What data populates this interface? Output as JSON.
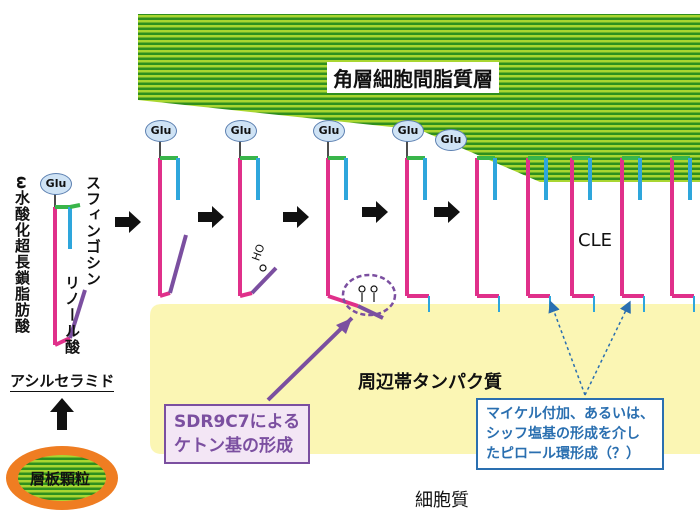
{
  "stratum_label": "角層細胞間脂質層",
  "glu_label": "Glu",
  "cle_label": "CLE",
  "acylceramide": {
    "title": "アシルセラミド",
    "sphingosine": "スフィンゴシン",
    "linoleic": "リノール酸",
    "omega_fatty_acid": "ω水酸化超長鎖脂肪酸"
  },
  "lamellar_granule": "層板顆粒",
  "envelope_protein": "周辺帯タンパク質",
  "cytoplasm": "細胞質",
  "sdr_box": {
    "line1": "SDR9C7による",
    "line2": "ケトン基の形成"
  },
  "michael_box": {
    "line1": "マイケル付加、あるいは、",
    "line2": "シッフ塩基の形成を介し",
    "line3": "たピロール環形成（？）"
  },
  "colors": {
    "magenta": "#e0308a",
    "blue": "#2ea6dc",
    "green": "#39b54a",
    "purple": "#7b4fa0",
    "yellow": "#fbf6b4",
    "orange": "#ef7d22"
  }
}
